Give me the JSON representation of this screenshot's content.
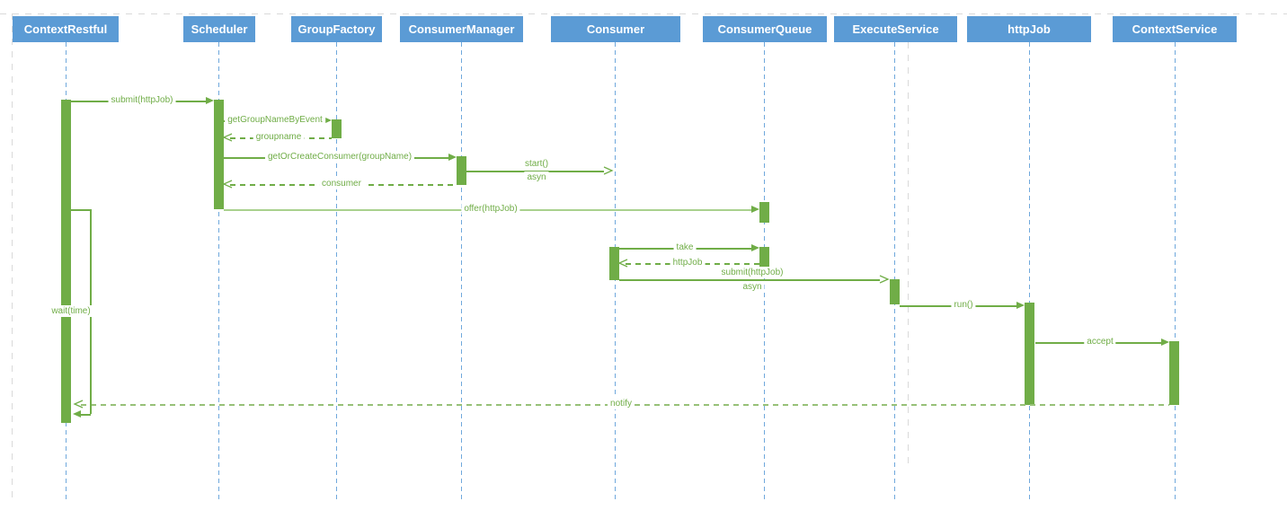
{
  "diagram": {
    "type": "uml-sequence",
    "participants": [
      {
        "name": "ContextRestful"
      },
      {
        "name": "Scheduler"
      },
      {
        "name": "GroupFactory"
      },
      {
        "name": "ConsumerManager"
      },
      {
        "name": "Consumer"
      },
      {
        "name": "ConsumerQueue"
      },
      {
        "name": "ExecuteService"
      },
      {
        "name": "httpJob"
      },
      {
        "name": "ContextService"
      }
    ],
    "messages": [
      {
        "from": "ContextRestful",
        "to": "Scheduler",
        "label": "submit(httpJob)",
        "kind": "sync",
        "line": "solid"
      },
      {
        "from": "Scheduler",
        "to": "GroupFactory",
        "label": "getGroupNameByEvent",
        "kind": "sync",
        "line": "solid"
      },
      {
        "from": "GroupFactory",
        "to": "Scheduler",
        "label": "groupname",
        "kind": "return",
        "line": "dashed"
      },
      {
        "from": "Scheduler",
        "to": "ConsumerManager",
        "label": "getOrCreateConsumer(groupName)",
        "kind": "sync",
        "line": "solid"
      },
      {
        "from": "ConsumerManager",
        "to": "Consumer",
        "label": "start()",
        "sublabel": "asyn",
        "kind": "async",
        "line": "solid"
      },
      {
        "from": "ConsumerManager",
        "to": "Scheduler",
        "label": "consumer",
        "kind": "return",
        "line": "dashed"
      },
      {
        "from": "Scheduler",
        "to": "ConsumerQueue",
        "label": "offer(httpJob)",
        "kind": "sync",
        "line": "solid"
      },
      {
        "from": "Consumer",
        "to": "ConsumerQueue",
        "label": "take",
        "kind": "sync",
        "line": "solid"
      },
      {
        "from": "ConsumerQueue",
        "to": "Consumer",
        "label": "httpJob",
        "kind": "return",
        "line": "dashed"
      },
      {
        "from": "Consumer",
        "to": "ExecuteService",
        "label": "submit(httpJob)",
        "sublabel": "asyn",
        "kind": "async",
        "line": "solid"
      },
      {
        "from": "ExecuteService",
        "to": "httpJob",
        "label": "run()",
        "kind": "sync",
        "line": "solid"
      },
      {
        "from": "httpJob",
        "to": "ContextService",
        "label": "accept",
        "kind": "sync",
        "line": "solid"
      },
      {
        "from": "ContextService",
        "to": "ContextRestful",
        "label": "notify",
        "kind": "return",
        "line": "dashed"
      },
      {
        "from": "ContextRestful",
        "to": "ContextRestful",
        "label": "wait(time)",
        "kind": "self",
        "line": "solid"
      }
    ],
    "colors": {
      "actor_fill": "#5B9BD5",
      "actor_text": "#FFFFFF",
      "lifeline": "#6FA8DC",
      "activation": "#70AD47",
      "message": "#70AD47",
      "message_light": "#A9D18E",
      "guide": "#D9D9D9",
      "background": "#FFFFFF"
    }
  }
}
